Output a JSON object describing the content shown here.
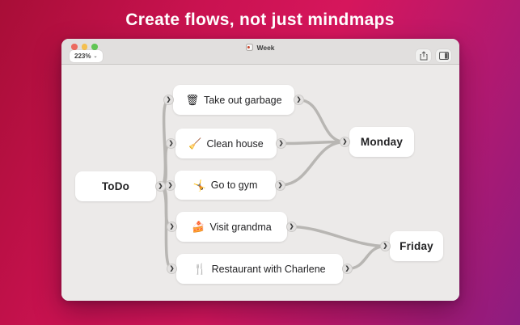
{
  "hero": {
    "title": "Create flows, not just mindmaps"
  },
  "window": {
    "titlebar": {
      "zoom_level": "223%",
      "zoom_caret": "⌄",
      "document_title": "Week",
      "traffic_lights": {
        "close": "#ec6a5e",
        "minimize": "#f4bf4f",
        "zoom": "#61c554"
      },
      "buttons": [
        {
          "name": "share",
          "icon": "share-icon"
        },
        {
          "name": "sidebar-toggle",
          "icon": "sidebar-icon"
        }
      ]
    }
  },
  "canvas": {
    "colors": {
      "background": "#eceae9",
      "connection": "#b8b6b3",
      "node_background": "#ffffff",
      "node_text": "#222224"
    },
    "chevron_glyph": "❯",
    "nodes": [
      {
        "id": "todo",
        "emoji": "",
        "label": "ToDo",
        "bold": true
      },
      {
        "id": "garbage",
        "emoji": "🗑",
        "label": "Take out garbage",
        "bold": false
      },
      {
        "id": "clean",
        "emoji": "🧹",
        "label": "Clean house",
        "bold": false
      },
      {
        "id": "gym",
        "emoji": "🤸",
        "label": "Go to gym",
        "bold": false
      },
      {
        "id": "grandma",
        "emoji": "🍰",
        "label": "Visit grandma",
        "bold": false
      },
      {
        "id": "restaurant",
        "emoji": "🍴",
        "label": "Restaurant with Charlene",
        "bold": false
      },
      {
        "id": "monday",
        "emoji": "",
        "label": "Monday",
        "bold": true
      },
      {
        "id": "friday",
        "emoji": "",
        "label": "Friday",
        "bold": true
      }
    ],
    "edges": [
      {
        "from": "todo",
        "to": "garbage"
      },
      {
        "from": "todo",
        "to": "clean"
      },
      {
        "from": "todo",
        "to": "gym"
      },
      {
        "from": "todo",
        "to": "grandma"
      },
      {
        "from": "todo",
        "to": "restaurant"
      },
      {
        "from": "garbage",
        "to": "monday"
      },
      {
        "from": "clean",
        "to": "monday"
      },
      {
        "from": "gym",
        "to": "monday"
      },
      {
        "from": "grandma",
        "to": "friday"
      },
      {
        "from": "restaurant",
        "to": "friday"
      }
    ]
  }
}
